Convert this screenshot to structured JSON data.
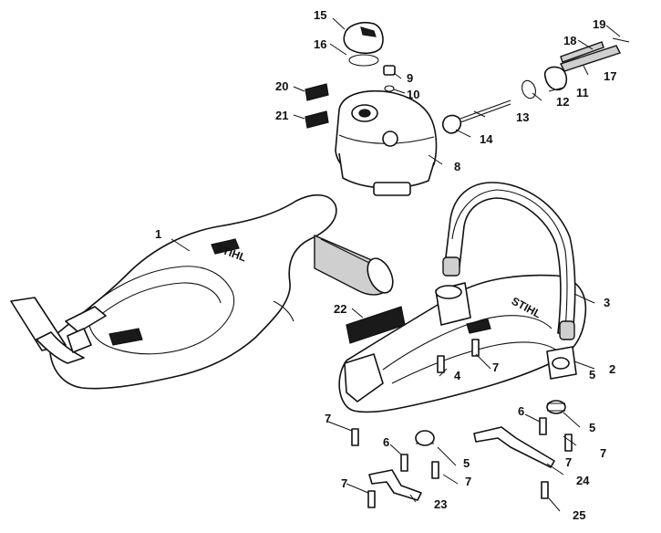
{
  "callouts": [
    {
      "id": "c1",
      "text": "1"
    },
    {
      "id": "c2",
      "text": "2"
    },
    {
      "id": "c3",
      "text": "3"
    },
    {
      "id": "c4",
      "text": "4"
    },
    {
      "id": "c5a",
      "text": "5"
    },
    {
      "id": "c5b",
      "text": "5"
    },
    {
      "id": "c5c",
      "text": "5"
    },
    {
      "id": "c6a",
      "text": "6"
    },
    {
      "id": "c6b",
      "text": "6"
    },
    {
      "id": "c7a",
      "text": "7"
    },
    {
      "id": "c7b",
      "text": "7"
    },
    {
      "id": "c7c",
      "text": "7"
    },
    {
      "id": "c7d",
      "text": "7"
    },
    {
      "id": "c7e",
      "text": "7"
    },
    {
      "id": "c7f",
      "text": "7"
    },
    {
      "id": "c8",
      "text": "8"
    },
    {
      "id": "c9",
      "text": "9"
    },
    {
      "id": "c10",
      "text": "10"
    },
    {
      "id": "c11",
      "text": "11"
    },
    {
      "id": "c12",
      "text": "12"
    },
    {
      "id": "c13",
      "text": "13"
    },
    {
      "id": "c14",
      "text": "14"
    },
    {
      "id": "c15",
      "text": "15"
    },
    {
      "id": "c16",
      "text": "16"
    },
    {
      "id": "c17",
      "text": "17"
    },
    {
      "id": "c18",
      "text": "18"
    },
    {
      "id": "c19",
      "text": "19"
    },
    {
      "id": "c20",
      "text": "20"
    },
    {
      "id": "c21",
      "text": "21"
    },
    {
      "id": "c22",
      "text": "22"
    },
    {
      "id": "c23",
      "text": "23"
    },
    {
      "id": "c24",
      "text": "24"
    },
    {
      "id": "c25",
      "text": "25"
    }
  ],
  "brand_logo": "STIHL"
}
